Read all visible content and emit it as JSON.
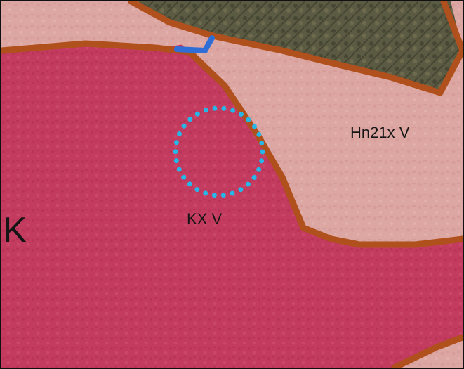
{
  "map": {
    "units": [
      {
        "id": "hn21x",
        "label": "Hn21x V",
        "color": "#dba39f"
      },
      {
        "id": "kx",
        "label": "KX V",
        "color": "#c23a5d"
      },
      {
        "id": "edge",
        "label": "K",
        "color": "#151515"
      }
    ],
    "colors": {
      "unit_boundary": "#b0501c",
      "dark_unit": "#5d5a40",
      "water": "#2f6ed6",
      "site_marker": "#27b6e8",
      "frame": "#111111"
    },
    "site_marker": {
      "shape": "dotted-circle"
    }
  }
}
